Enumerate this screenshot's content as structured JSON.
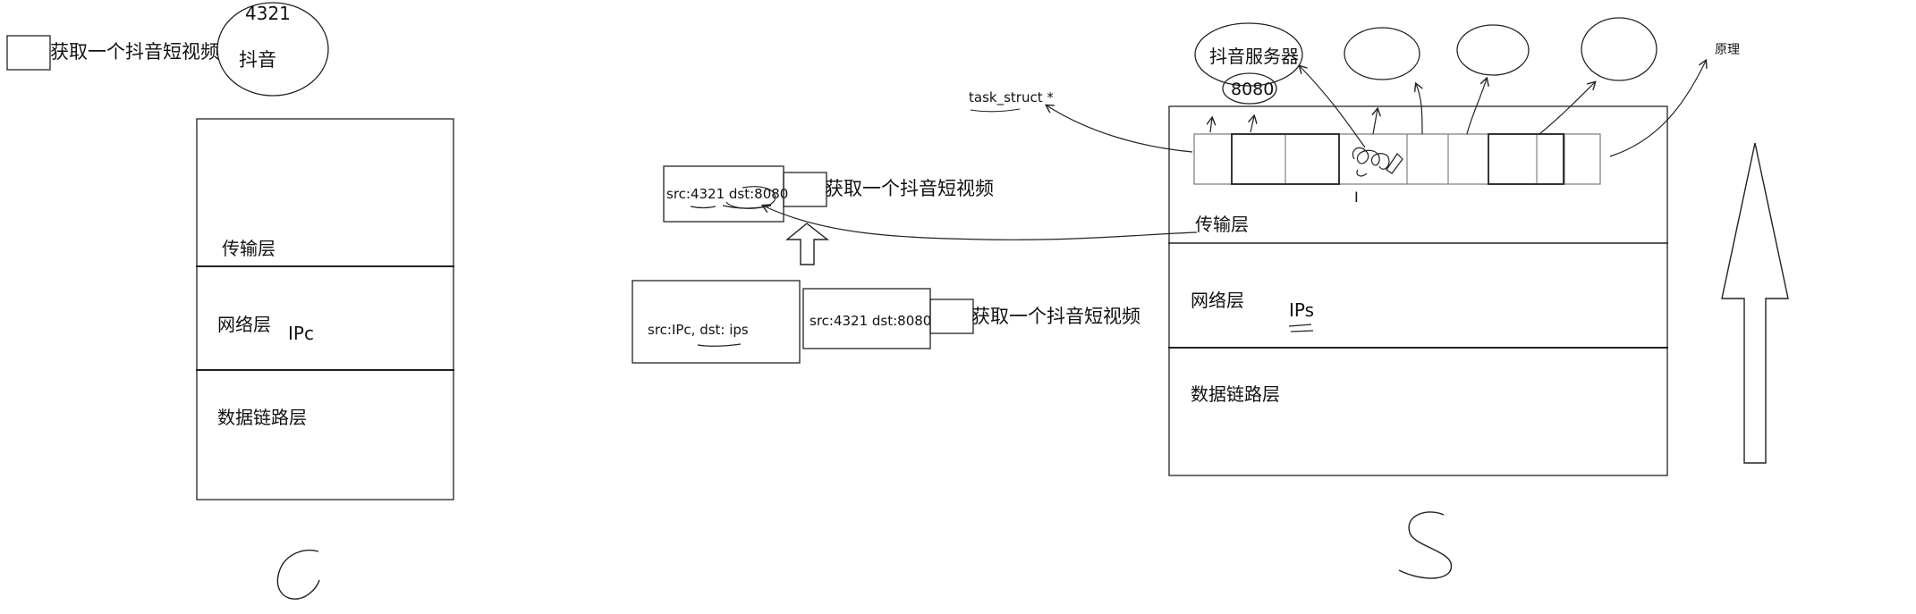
{
  "client": {
    "process": {
      "port": "4321",
      "name": "抖音"
    },
    "request": "获取一个抖音短视频",
    "layers": {
      "transport": "传输层",
      "network": "网络层",
      "network_ip": "IPc",
      "datalink": "数据链路层"
    },
    "host_label": "C"
  },
  "packet": {
    "transport_header": "src:4321 dst:8080",
    "payload": "获取一个抖音短视频",
    "network_header": "src:IPc, dst: ips",
    "transport_header_2": "src:4321 dst:8080",
    "payload_2": "获取一个抖音短视频"
  },
  "server": {
    "service": {
      "name": "抖音服务器",
      "port": "8080"
    },
    "task_struct": "task_struct *",
    "note": "原理",
    "layers": {
      "transport": "传输层",
      "network": "网络层",
      "network_ip": "IPs",
      "datalink": "数据链路层"
    },
    "host_label": "S",
    "cursor": "I"
  }
}
